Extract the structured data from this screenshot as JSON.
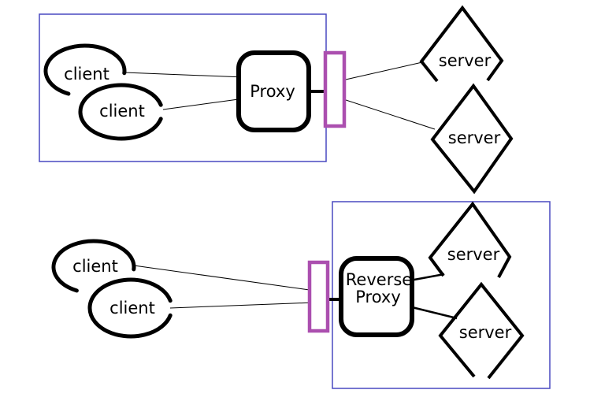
{
  "labels": {
    "top": {
      "client1": "client",
      "client2": "client",
      "proxy": "Proxy",
      "server1": "server",
      "server2": "server"
    },
    "bottom": {
      "client1": "client",
      "client2": "client",
      "reverse_proxy_line1": "Reverse",
      "reverse_proxy_line2": "Proxy",
      "server1": "server",
      "server2": "server"
    }
  },
  "colors": {
    "container_border": "#4848C0",
    "barrier_border": "#AB4FAF",
    "shape_stroke": "#000000",
    "background": "#ffffff"
  }
}
